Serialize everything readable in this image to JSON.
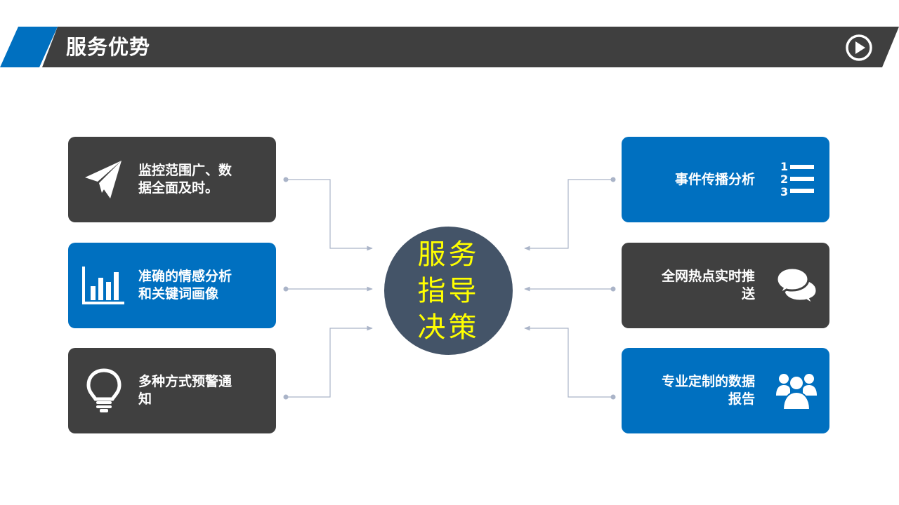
{
  "header": {
    "title": "服务优势",
    "play_icon": "play-circle-icon",
    "bar_color": "#3f3f3f",
    "accent_color": "#0070c0"
  },
  "center": {
    "lines": [
      "服务",
      "指导",
      "决策"
    ],
    "fill": "#445468",
    "text_color": "#ffff00"
  },
  "cards_left": [
    {
      "lines": [
        "监控范围广、数",
        "据全面及时。"
      ],
      "icon": "paper-plane-icon",
      "color": "#404040"
    },
    {
      "lines": [
        "准确的情感分析",
        "和关键词画像"
      ],
      "icon": "bar-chart-icon",
      "color": "#0070c0"
    },
    {
      "lines": [
        "多种方式预警通",
        "知"
      ],
      "icon": "lightbulb-icon",
      "color": "#404040"
    }
  ],
  "cards_right": [
    {
      "lines": [
        "事件传播分析"
      ],
      "icon": "numbered-list-icon",
      "color": "#0070c0"
    },
    {
      "lines": [
        "全网热点实时推",
        "送"
      ],
      "icon": "chat-bubbles-icon",
      "color": "#404040"
    },
    {
      "lines": [
        "专业定制的数据",
        "报告"
      ],
      "icon": "users-group-icon",
      "color": "#0070c0"
    }
  ],
  "connector_color": "#aab4c8"
}
